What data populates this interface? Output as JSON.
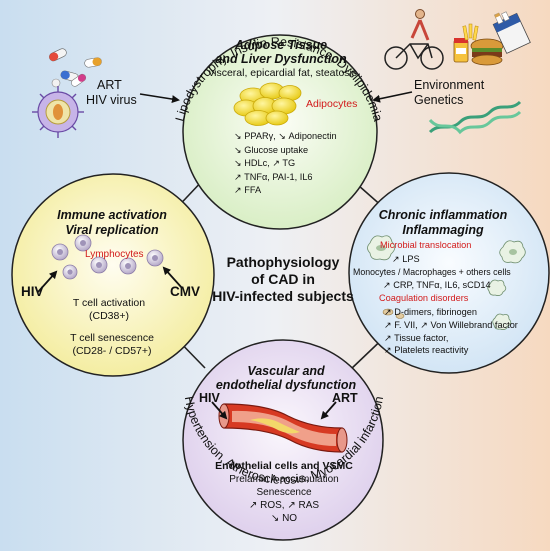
{
  "center": {
    "line1": "Pathophysiology",
    "line2": "of CAD in",
    "line3": "HIV-infected subjects"
  },
  "top_left": {
    "art": "ART",
    "hiv_virus": "HIV virus"
  },
  "top_right": {
    "environment": "Environment",
    "genetics": "Genetics"
  },
  "arc_top": "Lipodystrophy, Insulin Resistance, Dyslipidemia",
  "arc_bottom": "Hypertension, Atherosclerosis, Myocardial infarction",
  "adipose": {
    "title1": "Adipose Tissue",
    "title2": "and Liver Dysfunction",
    "subtitle": "visceral, epicardial fat, steatosis",
    "adipocytes": "Adipocytes",
    "items": [
      "↘ PPARγ, ↘ Adiponectin",
      "↘ Glucose uptake",
      "↘ HDLc, ↗ TG",
      "↗ TNFα, PAI-1, IL6",
      "↗ FFA"
    ]
  },
  "immune": {
    "title1": "Immune activation",
    "title2": "Viral replication",
    "lymphocytes": "Lymphocytes",
    "hiv": "HIV",
    "cmv": "CMV",
    "activation1": "T cell activation",
    "activation2": "(CD38+)",
    "senescence1": "T cell senescence",
    "senescence2": "(CD28- / CD57+)"
  },
  "inflammation": {
    "title1": "Chronic inflammation",
    "title2": "Inflammaging",
    "microbial": "Microbial translocation",
    "lps": "↗ LPS",
    "monocytes": "Monocytes / Macrophages + others cells",
    "crp": "↗ CRP, TNFα, IL6, sCD14",
    "coagulation": "Coagulation disorders",
    "coag_items": [
      "↗ D-dimers, fibrinogen",
      "↗ F. VII, ↗ Von Willebrand factor",
      "↗ Tissue factor,",
      "↗ Platelets reactivity"
    ]
  },
  "vascular": {
    "title1": "Vascular and",
    "title2": "endothelial dysfunction",
    "hiv": "HIV",
    "art": "ART",
    "cells": "Endothelial cells and VSMC",
    "items": [
      "Prelamin A accumulation",
      "Senescence",
      "↗ ROS, ↗ RAS",
      "↘ NO"
    ]
  },
  "colors": {
    "adipose_fill": "#ecf7de",
    "immune_fill": "#fbf7c8",
    "inflammation_fill": "#e9f3fb",
    "vascular_fill": "#ece3f3",
    "adipocyte": "#f2dd2c",
    "red_text": "#d21b1b"
  },
  "icons": [
    "pills-icon",
    "virus-icon",
    "cyclist-icon",
    "junk-food-icon",
    "cigarettes-icon",
    "dna-icon",
    "lymphocyte-icon",
    "monocyte-icon",
    "artery-icon"
  ]
}
